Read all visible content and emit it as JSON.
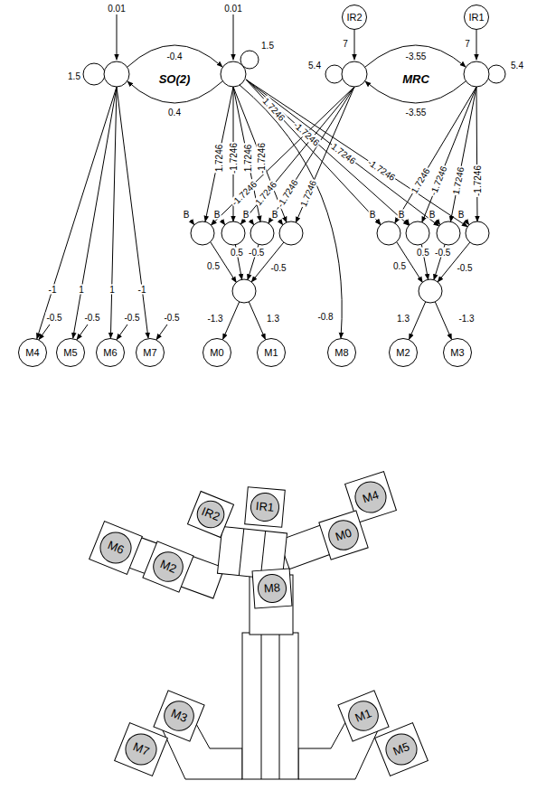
{
  "diagram": {
    "nodes": [
      {
        "text": [
          "IR2"
        ]
      },
      {
        "text": [
          "IR1"
        ]
      },
      {
        "text": [
          "M4"
        ]
      },
      {
        "text": [
          "M5"
        ]
      },
      {
        "text": [
          "M6"
        ]
      },
      {
        "text": [
          "M7"
        ]
      },
      {
        "text": [
          "M0"
        ]
      },
      {
        "text": [
          "M1"
        ]
      },
      {
        "text": [
          "M8"
        ]
      },
      {
        "text": [
          "M2"
        ]
      },
      {
        "text": [
          "M3"
        ]
      },
      {
        "text": [
          "IR1"
        ]
      },
      {
        "text": [
          "IR2"
        ]
      },
      {
        "text": [
          "M4"
        ]
      },
      {
        "text": [
          "M0"
        ]
      },
      {
        "text": [
          "M6"
        ]
      },
      {
        "text": [
          "M2"
        ]
      },
      {
        "text": [
          "M8"
        ]
      },
      {
        "text": [
          "M3"
        ]
      },
      {
        "text": [
          "M1"
        ]
      },
      {
        "text": [
          "M7"
        ]
      },
      {
        "text": [
          "M5"
        ]
      }
    ],
    "labels": [
      "0.01",
      "0.01",
      "-0.4",
      "7",
      "7",
      "-3.55",
      "1.5",
      "1.5",
      "5.4",
      "5.4",
      "SO(2)",
      "MRC",
      "0.4",
      "-3.55",
      "1.7246",
      "-1.7246",
      "1.7246",
      "-1.7246",
      "1.7246",
      "-1.7246",
      "1.7246",
      "-1.7246",
      "-1.7246",
      "1.7246",
      "-1.7246",
      "1.7246",
      "1.7246",
      "-1.7246",
      "1.7246",
      "-1.7246",
      "B",
      "B",
      "B",
      "B",
      "B",
      "B",
      "B",
      "B",
      "0.5",
      "0.5",
      "-0.5",
      "-0.5",
      "0.5",
      "0.5",
      "-0.5",
      "-0.5",
      "-1",
      "1",
      "1",
      "-1",
      "-1.3",
      "1.3",
      "-0.8",
      "1.3",
      "-1.3",
      "-0.5",
      "-0.5",
      "-0.5",
      "-0.5"
    ]
  }
}
